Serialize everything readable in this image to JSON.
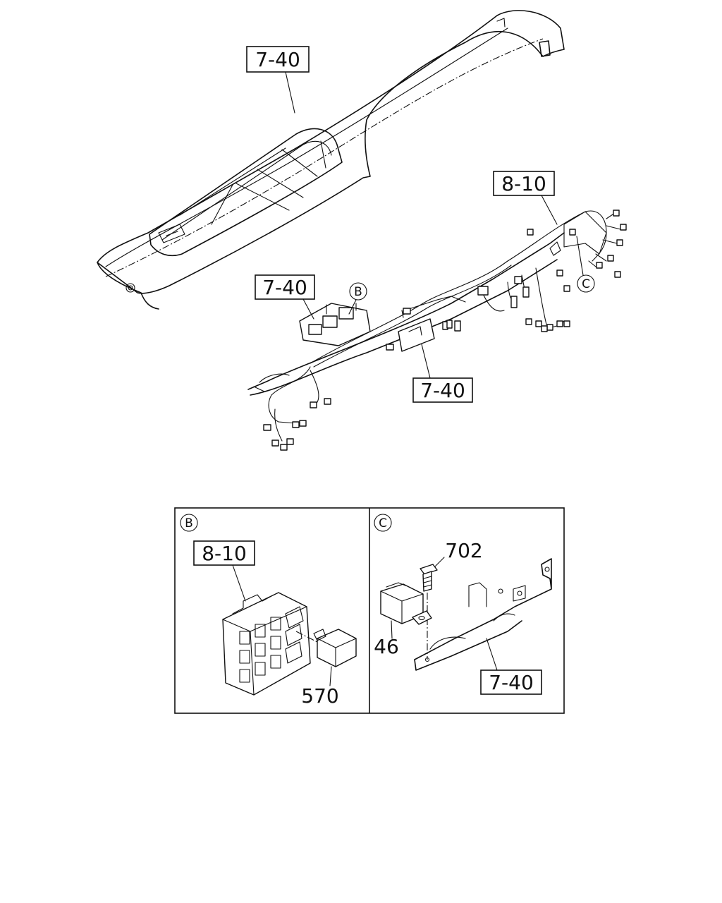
{
  "callouts": {
    "ref_740_top": "7-40",
    "ref_810_main": "8-10",
    "ref_740_relay": "7-40",
    "ref_740_harness": "7-40",
    "ref_810_detail_b": "8-10",
    "ref_740_detail_c": "7-40"
  },
  "markers": {
    "b_main": "B",
    "c_main": "C",
    "b_detail": "B",
    "c_detail": "C"
  },
  "parts": {
    "relay_570": "570",
    "bolt_702": "702",
    "relay_46": "46"
  }
}
